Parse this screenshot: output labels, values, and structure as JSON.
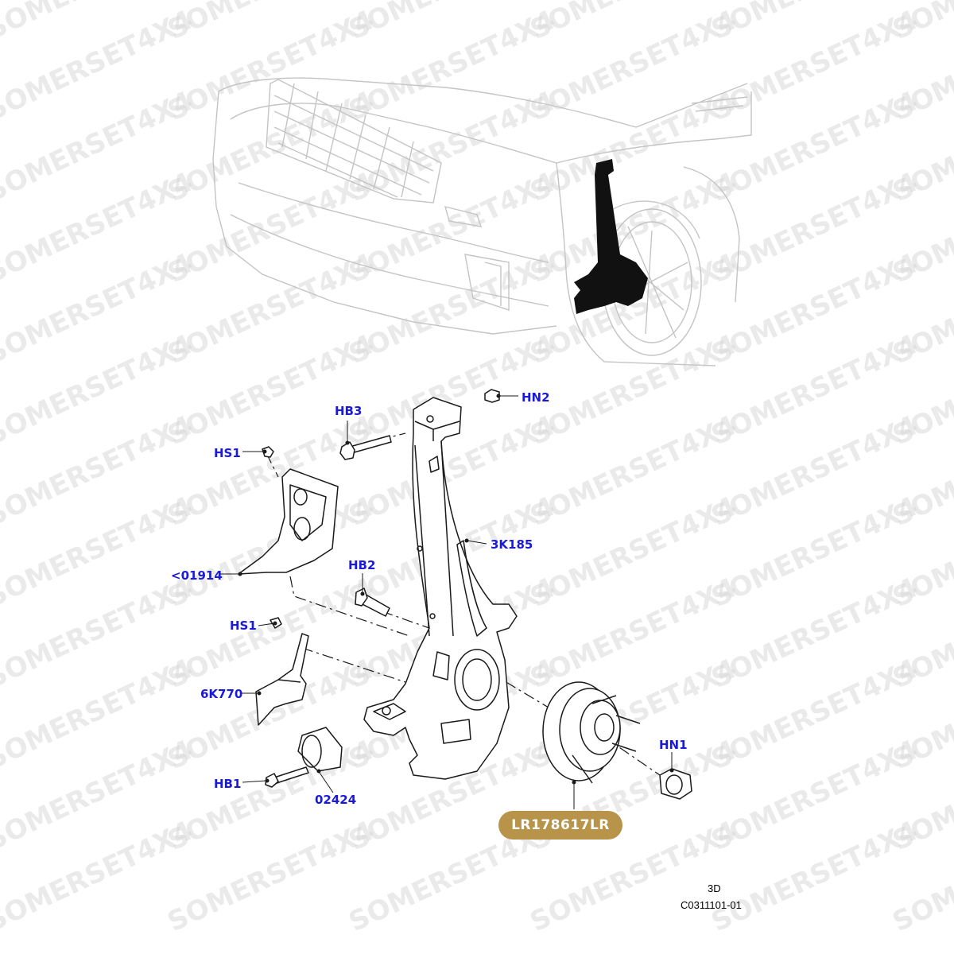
{
  "watermark": {
    "text": "SOMERSET4X4",
    "color": "#d9d9d9"
  },
  "colors": {
    "label_blue": "#1a1adc",
    "badge_gold": "#b8934a",
    "badge_text": "#ffffff",
    "outline": "#1a1a1a",
    "car_outline": "#c4c4c4"
  },
  "labels": {
    "hb3": "HB3",
    "hn2": "HN2",
    "hs1_top": "HS1",
    "k3k185": "3K185",
    "hb2": "HB2",
    "p01914": "<01914",
    "hs1_mid": "HS1",
    "k6k770": "6K770",
    "hn1": "HN1",
    "hb1": "HB1",
    "p02424": "02424"
  },
  "part_badge": "LR178617LR",
  "footer": {
    "view": "3D",
    "code": "C0311101-01"
  },
  "icons": {
    "car_overview": "vehicle-front-outline-icon",
    "knuckle": "steering-knuckle-icon"
  }
}
